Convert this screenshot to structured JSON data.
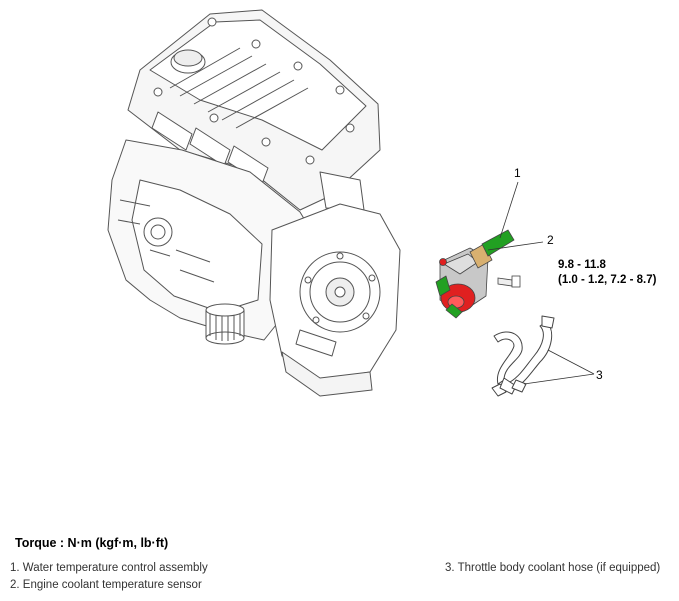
{
  "callouts": {
    "c1": "1",
    "c2": "2",
    "c3": "3"
  },
  "torque_spec": {
    "line1": "9.8 - 11.8",
    "line2": "(1.0 - 1.2, 7.2 - 8.7)"
  },
  "torque_title": "Torque : N·m (kgf·m, lb·ft)",
  "legend": {
    "item1": "1. Water temperature control assembly",
    "item2": "2. Engine coolant temperature sensor",
    "item3": "3. Throttle body coolant hose (if equipped)"
  },
  "colors": {
    "line": "#555555",
    "engine_fill": "#ffffff",
    "assembly_gray": "#c8c8c8",
    "cap_red": "#e02020",
    "fitting_green": "#22a022",
    "sensor_tan": "#d8b070"
  }
}
